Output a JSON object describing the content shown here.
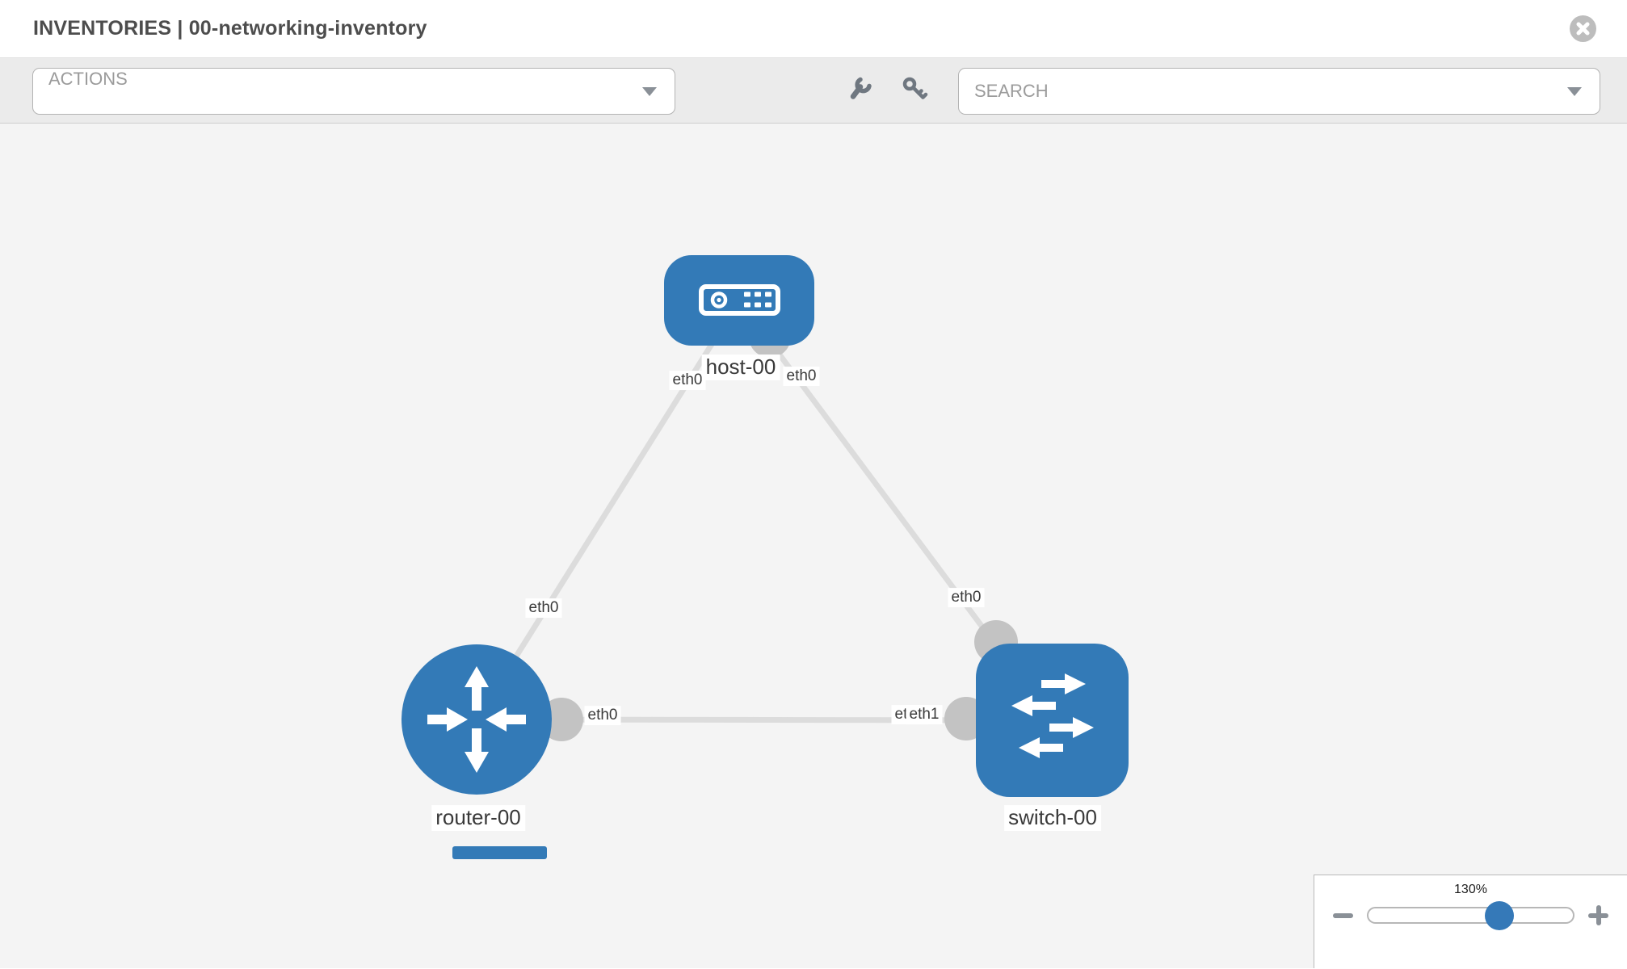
{
  "header": {
    "title": "INVENTORIES | 00-networking-inventory"
  },
  "toolbar": {
    "actions_placeholder": "ACTIONS",
    "search_placeholder": "SEARCH"
  },
  "topology": {
    "nodes": [
      {
        "label": "host-00",
        "type": "host"
      },
      {
        "label": "router-00",
        "type": "router"
      },
      {
        "label": "switch-00",
        "type": "switch"
      }
    ],
    "links": [
      {
        "endpoints": [
          "host-00",
          "router-00"
        ]
      },
      {
        "endpoints": [
          "host-00",
          "switch-00"
        ]
      },
      {
        "endpoints": [
          "router-00",
          "switch-00"
        ]
      }
    ],
    "interface_labels": {
      "host_left": "eth0",
      "host_right": "eth0",
      "router_top": "eth0",
      "switch_top": "eth0",
      "router_right": "eth0",
      "switch_left_back": "eth0",
      "switch_left_front": "eth1"
    }
  },
  "zoom_control": {
    "level": "130%"
  },
  "colors": {
    "node_fill": "#337ab7",
    "link_stroke": "#dcdcdc",
    "port_fill": "#c3c3c3"
  }
}
